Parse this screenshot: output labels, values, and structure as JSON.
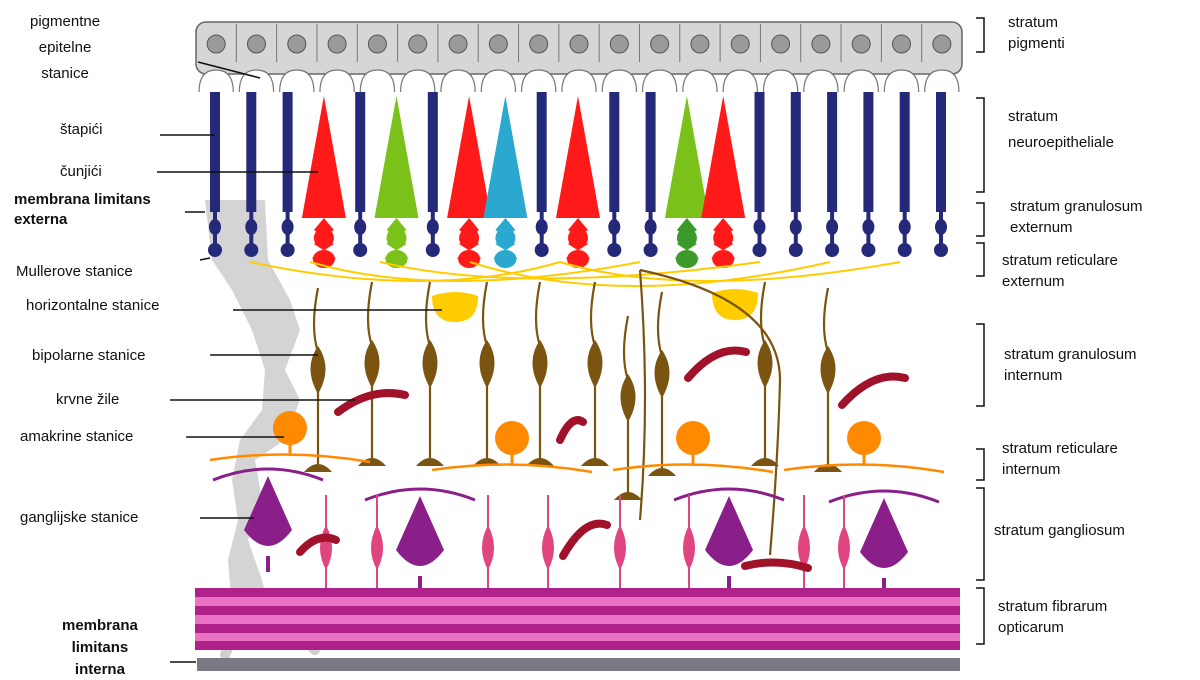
{
  "left_labels": [
    {
      "id": "pigment-cells",
      "lines": [
        "pigmentne",
        "epitelne",
        "stanice"
      ],
      "bold": false
    },
    {
      "id": "rods",
      "lines": [
        "štapići"
      ],
      "bold": false
    },
    {
      "id": "cones",
      "lines": [
        "čunjići"
      ],
      "bold": false
    },
    {
      "id": "outer-limiting-membrane",
      "lines": [
        "membrana limitans",
        "externa"
      ],
      "bold": true
    },
    {
      "id": "muller-cells",
      "lines": [
        "Mullerove stanice"
      ],
      "bold": false
    },
    {
      "id": "horizontal-cells",
      "lines": [
        "horizontalne stanice"
      ],
      "bold": false
    },
    {
      "id": "bipolar-cells",
      "lines": [
        "bipolarne stanice"
      ],
      "bold": false
    },
    {
      "id": "blood-vessels",
      "lines": [
        "krvne žile"
      ],
      "bold": false
    },
    {
      "id": "amacrine-cells",
      "lines": [
        "amakrine stanice"
      ],
      "bold": false
    },
    {
      "id": "ganglion-cells",
      "lines": [
        "ganglijske stanice"
      ],
      "bold": false
    },
    {
      "id": "inner-limiting-membrane",
      "lines": [
        "membrana",
        "limitans",
        "interna"
      ],
      "bold": true
    }
  ],
  "right_labels": [
    {
      "id": "stratum-pigmenti",
      "lines": [
        "stratum",
        "pigmenti"
      ]
    },
    {
      "id": "stratum-neuroepitheliale",
      "lines": [
        "stratum",
        "neuroepitheliale"
      ]
    },
    {
      "id": "stratum-granulosum-externum",
      "lines": [
        "stratum granulosum",
        "externum"
      ]
    },
    {
      "id": "stratum-reticulare-externum",
      "lines": [
        "stratum reticulare",
        "externum"
      ]
    },
    {
      "id": "stratum-granulosum-internum",
      "lines": [
        "stratum granulosum",
        "internum"
      ]
    },
    {
      "id": "stratum-reticulare-internum",
      "lines": [
        "stratum reticulare",
        "internum"
      ]
    },
    {
      "id": "stratum-gangliosum",
      "lines": [
        "stratum gangliosum"
      ]
    },
    {
      "id": "stratum-fibrarum-opticarum",
      "lines": [
        "stratum fibrarum",
        "opticarum"
      ]
    }
  ],
  "colors": {
    "pigment_fill": "#d6d6d6",
    "pigment_nucleus": "#9a9a9a",
    "rod": "#24297a",
    "cone_red": "#ff1a1a",
    "cone_green": "#7ac21a",
    "cone_blue": "#2aa8cf",
    "cone_darkgreen": "#3c9a2a",
    "bipolar": "#7a5410",
    "horizontal": "#ffcc00",
    "amacrine": "#ff8a00",
    "ganglion": "#8a1f8a",
    "ganglion_small": "#e0457f",
    "blood": "#a0122a",
    "muller": "#cfcfcf",
    "fibre_dark": "#b0228a",
    "fibre_light": "#e873c5",
    "inner_membrane": "#7a7a84"
  }
}
